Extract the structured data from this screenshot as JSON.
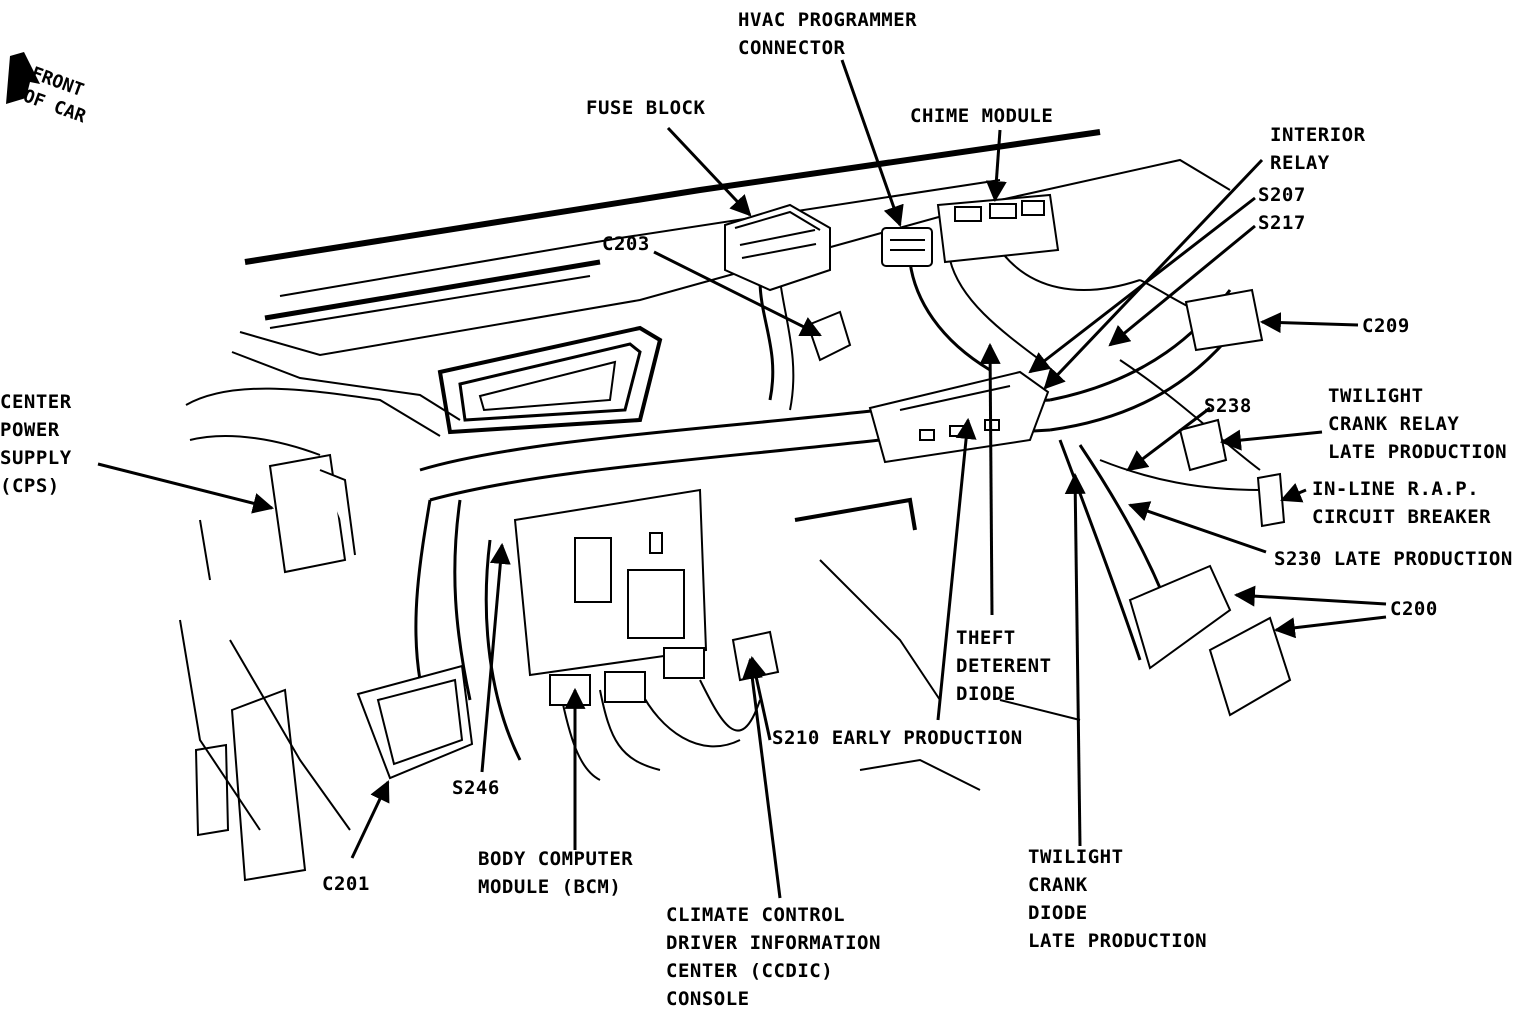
{
  "front_indicator": [
    "FRONT",
    "OF CAR"
  ],
  "labels": {
    "hvac": [
      "HVAC PROGRAMMER",
      "CONNECTOR"
    ],
    "fuse": [
      "FUSE BLOCK"
    ],
    "chime": [
      "CHIME MODULE"
    ],
    "interior": [
      "INTERIOR",
      "RELAY"
    ],
    "s207": [
      "S207",
      "S217"
    ],
    "c203": [
      "C203"
    ],
    "c209": [
      "C209"
    ],
    "cps": [
      "CENTER",
      "POWER",
      "SUPPLY",
      "(CPS)"
    ],
    "twilight_relay": [
      "TWILIGHT",
      "CRANK RELAY",
      "LATE PRODUCTION"
    ],
    "s238": [
      "S238"
    ],
    "rap": [
      "IN-LINE R.A.P.",
      "CIRCUIT BREAKER"
    ],
    "s230": [
      "S230 LATE PRODUCTION"
    ],
    "c200": [
      "C200"
    ],
    "theft": [
      "THEFT",
      "DETERENT",
      "DIODE"
    ],
    "s210": [
      "S210 EARLY PRODUCTION"
    ],
    "s246": [
      "S246"
    ],
    "c201": [
      "C201"
    ],
    "bcm": [
      "BODY COMPUTER",
      "MODULE (BCM)"
    ],
    "ccdic": [
      "CLIMATE CONTROL",
      "DRIVER INFORMATION",
      "CENTER (CCDIC)",
      "CONSOLE"
    ],
    "twilight_diode": [
      "TWILIGHT",
      "CRANK",
      "DIODE",
      "LATE PRODUCTION"
    ]
  }
}
